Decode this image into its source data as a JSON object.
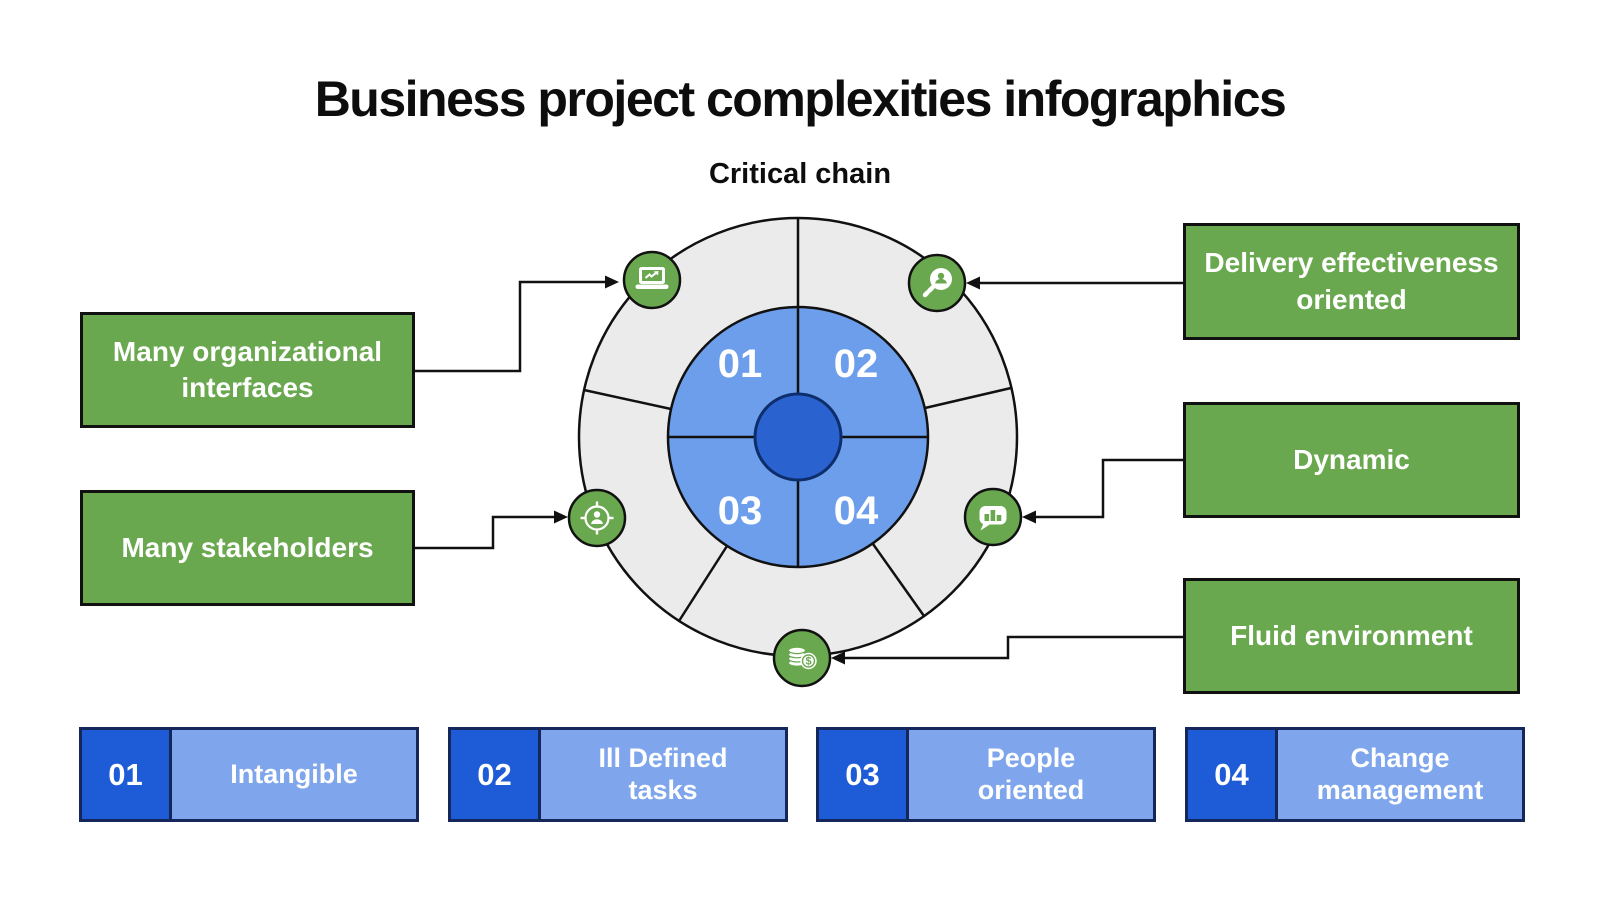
{
  "title": "Business project complexities infographics",
  "subtitle": "Critical chain",
  "wheel": {
    "numbers": [
      "01",
      "02",
      "03",
      "04"
    ],
    "coin_symbol": "$",
    "icons": [
      {
        "name": "laptop-growth-icon"
      },
      {
        "name": "person-search-icon"
      },
      {
        "name": "person-target-icon"
      },
      {
        "name": "chart-bubble-icon"
      },
      {
        "name": "coins-icon"
      }
    ]
  },
  "left_callouts": [
    {
      "label": "Many organizational interfaces"
    },
    {
      "label": "Many stakeholders"
    }
  ],
  "right_callouts": [
    {
      "label": "Delivery effectiveness oriented"
    },
    {
      "label": "Dynamic"
    },
    {
      "label": "Fluid environment"
    }
  ],
  "legend": [
    {
      "number": "01",
      "label": "Intangible"
    },
    {
      "number": "02",
      "label": "Ill Defined tasks"
    },
    {
      "number": "03",
      "label": "People oriented"
    },
    {
      "number": "04",
      "label": "Change management"
    }
  ],
  "colors": {
    "green": "#6aa84f",
    "ring_gray": "#ebebeb",
    "quadrant_blue": "#6d9eeb",
    "center_blue": "#2a63cf",
    "legend_number_blue": "#1e5bd6",
    "legend_label_blue": "#7fa6ec",
    "outline_black": "#111111",
    "text_white": "#ffffff"
  }
}
